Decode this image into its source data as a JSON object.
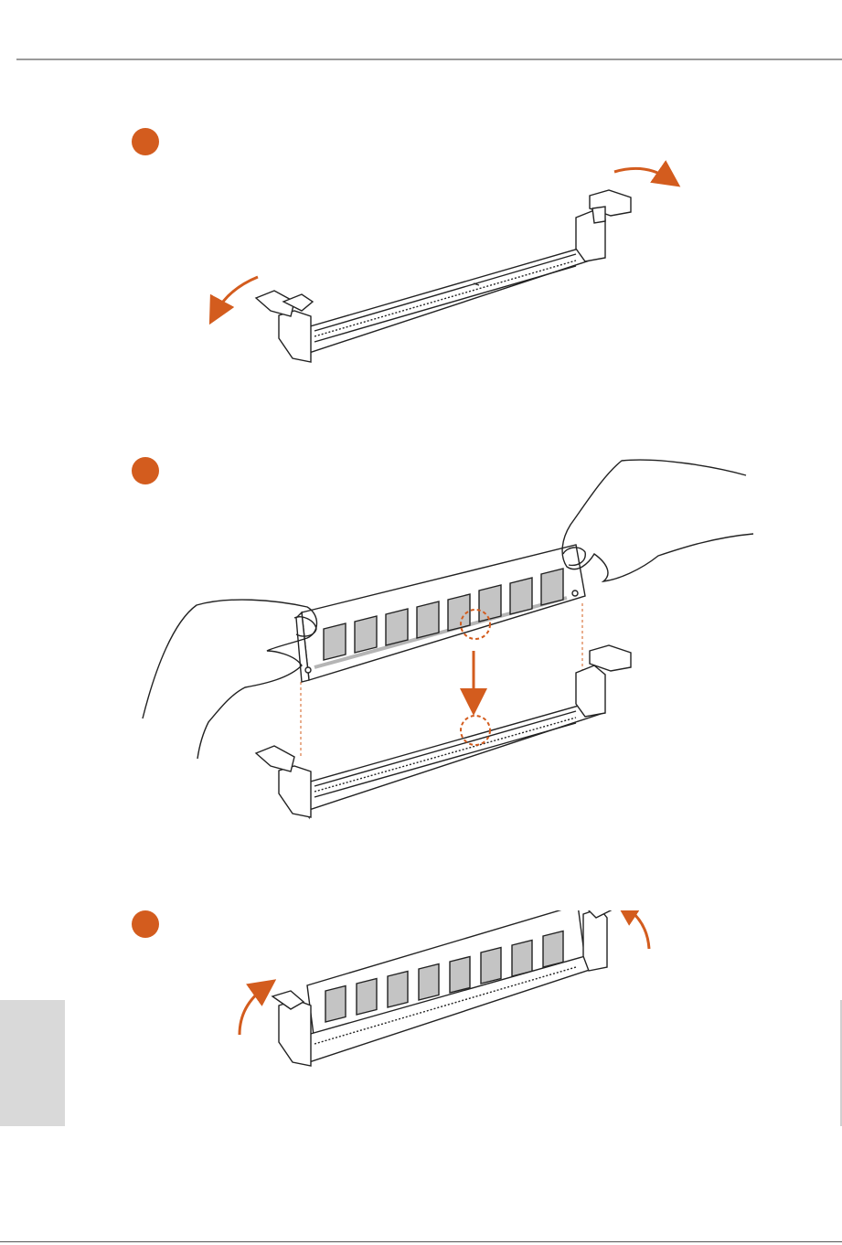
{
  "colors": {
    "accent": "#d35c1e",
    "line": "#222222",
    "chip_fill": "#c4c4c4",
    "tab_fill": "#d9d9d9"
  },
  "steps": [
    {
      "id": "step-1",
      "marker": "",
      "icons": [
        "dimm-slot-icon",
        "latch-open-arrow-icon"
      ]
    },
    {
      "id": "step-2",
      "marker": "",
      "icons": [
        "memory-module-icon",
        "hand-icon",
        "notch-alignment-icon",
        "insert-down-arrow-icon"
      ]
    },
    {
      "id": "step-3",
      "marker": "",
      "icons": [
        "memory-module-icon",
        "latch-close-arrow-icon"
      ]
    }
  ]
}
